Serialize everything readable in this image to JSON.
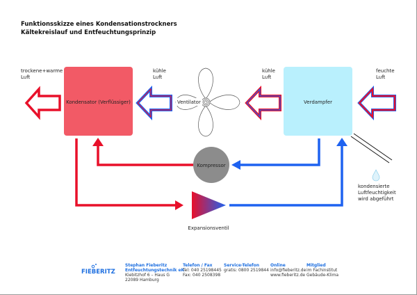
{
  "title": {
    "line1": "Funktionsskizze eines Kondensationstrockners",
    "line2": "Kältekreislauf und Entfeuchtungsprinzip"
  },
  "labels": {
    "out_air": [
      "trockene+warme",
      "Luft"
    ],
    "cool_air_1": [
      "kühle",
      "Luft"
    ],
    "cool_air_2": [
      "kühle",
      "Luft"
    ],
    "humid_air": [
      "feuchte",
      "Luft"
    ],
    "condenser": "Kondensator (Verflüssiger)",
    "fan": "Ventilator",
    "evaporator": "Verdampfer",
    "compressor": "Kompressor",
    "expansion_valve": "Expansionsventil",
    "condensate": [
      "kondensierte",
      "Luftfeuchtigkeit",
      "wird abgeführt"
    ]
  },
  "colors": {
    "condenser": "#f25a66",
    "evaporator": "#b9f0fd",
    "hot": "#e8102a",
    "cold": "#1e62f0",
    "compressor": "#8c8c8c"
  },
  "footer": {
    "logo": "FIEBERITZ",
    "company": {
      "head": [
        "Stephan Fieberitz",
        "Entfeuchtungstechnik eK"
      ],
      "body": [
        "Kiebitzhof 6 – Haus G",
        "22089 Hamburg"
      ]
    },
    "phone": {
      "head": "Telefon / Fax",
      "body": [
        "Tel: 040 25198445",
        "Fax: 040 2508398"
      ]
    },
    "service": {
      "head": "Service-Telefon",
      "body": "gratis: 0800 2519844"
    },
    "online": {
      "head": "Online",
      "body": [
        "info@fieberitz.de",
        "www.fieberitz.de"
      ]
    },
    "member": {
      "head": "Mitglied",
      "body": [
        "im Fachinstitut",
        "Gebäude-Klima"
      ]
    }
  }
}
